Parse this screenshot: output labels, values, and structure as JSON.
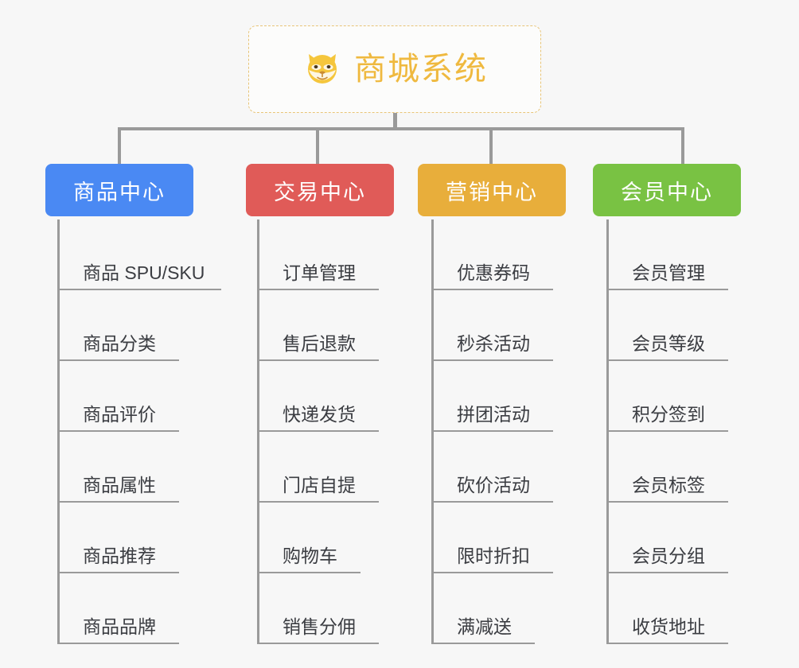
{
  "root": {
    "title": "商城系统",
    "icon": "shiba-dog-icon",
    "border_color": "#e8c477",
    "text_color": "#efb93f"
  },
  "canvas": {
    "background": "#f7f7f7",
    "connector_color": "#9a9a9a"
  },
  "branches": [
    {
      "label": "商品中心",
      "color": "#4a89f3",
      "leaves": [
        "商品 SPU/SKU",
        "商品分类",
        "商品评价",
        "商品属性",
        "商品推荐",
        "商品品牌"
      ]
    },
    {
      "label": "交易中心",
      "color": "#e05b58",
      "leaves": [
        "订单管理",
        "售后退款",
        "快递发货",
        "门店自提",
        "购物车",
        "销售分佣"
      ]
    },
    {
      "label": "营销中心",
      "color": "#e8ae3b",
      "leaves": [
        "优惠券码",
        "秒杀活动",
        "拼团活动",
        "砍价活动",
        "限时折扣",
        "满减送"
      ]
    },
    {
      "label": "会员中心",
      "color": "#79c243",
      "leaves": [
        "会员管理",
        "会员等级",
        "积分签到",
        "会员标签",
        "会员分组",
        "收货地址"
      ]
    }
  ]
}
